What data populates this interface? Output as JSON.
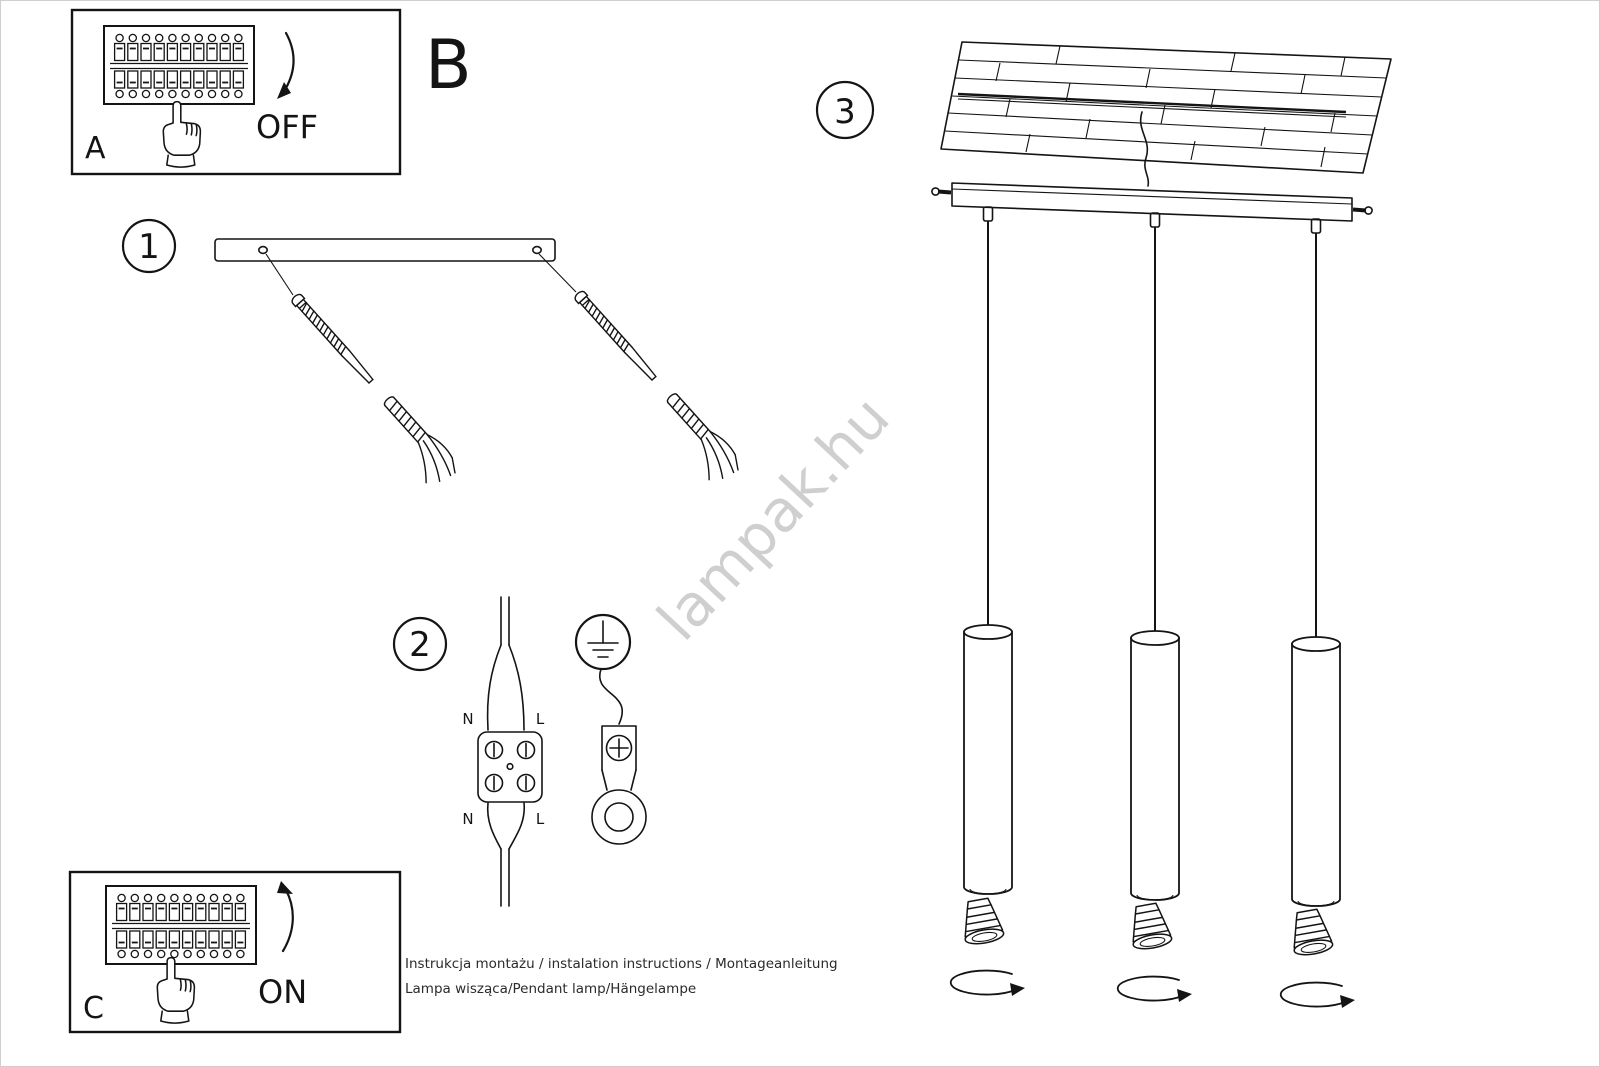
{
  "panels": {
    "a": {
      "label": "A",
      "action": "OFF"
    },
    "c": {
      "label": "C",
      "action": "ON"
    }
  },
  "sections": {
    "b": "B"
  },
  "steps": {
    "s1": "1",
    "s2": "2",
    "s3": "3"
  },
  "wiring": {
    "n_top": "N",
    "l_top": "L",
    "n_bottom": "N",
    "l_bottom": "L"
  },
  "watermark": "lampak.hu",
  "footer": {
    "line1": "Instrukcja montażu / instalation instructions / Montageanleitung",
    "line2": "Lampa wisząca/Pendant lamp/Hängelampe"
  }
}
